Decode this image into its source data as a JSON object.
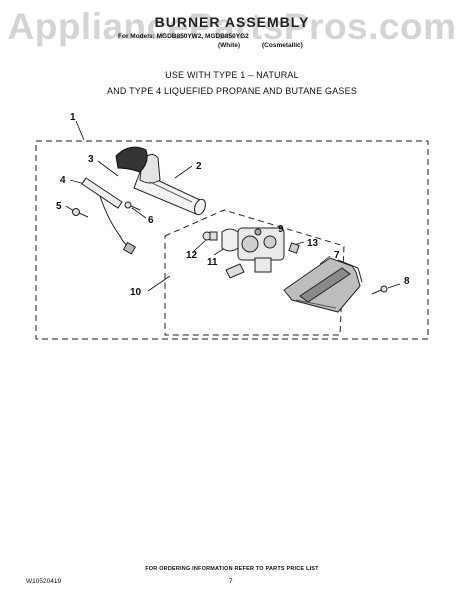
{
  "watermark": "AppliancePartsPros.com",
  "title": "BURNER ASSEMBLY",
  "models_line": "For Models: MGDB850YW2, MGDB850YG2",
  "color_1": "(White)",
  "color_2": "(Cosmetallic)",
  "note_line_1": "USE WITH TYPE 1 –  NATURAL",
  "note_line_2": "AND TYPE 4    LIQUEFIED PROPANE AND BUTANE GASES",
  "callouts": [
    "1",
    "2",
    "3",
    "4",
    "5",
    "6",
    "7",
    "8",
    "9",
    "10",
    "11",
    "12",
    "13"
  ],
  "footer_text": "FOR ORDERING INFORMATION REFER TO PARTS PRICE LIST",
  "doc_number": "W10520419",
  "page_number": "7"
}
